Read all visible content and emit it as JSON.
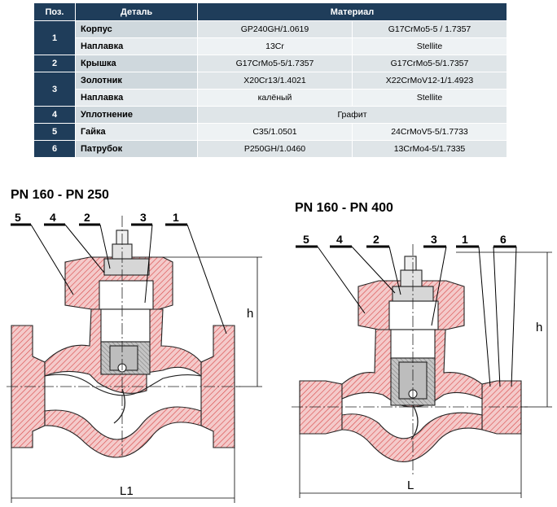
{
  "table": {
    "headers": {
      "pos": "Поз.",
      "part": "Деталь",
      "material": "Материал"
    },
    "rows": [
      {
        "pos": "1",
        "name": "Корпус",
        "m1": "GP240GH/1.0619",
        "m2": "G17CrMo5-5 / 1.7357"
      },
      {
        "pos": "",
        "name": "Наплавка",
        "m1": "13Cr",
        "m2": "Stellite"
      },
      {
        "pos": "2",
        "name": "Крышка",
        "m1": "G17CrMo5-5/1.7357",
        "m2": "G17CrMo5-5/1.7357"
      },
      {
        "pos": "3",
        "name": "Золотник",
        "m1": "X20Cr13/1.4021",
        "m2": "X22CrMoV12-1/1.4923"
      },
      {
        "pos": "",
        "name": "Наплавка",
        "m1": "калёный",
        "m2": "Stellite"
      },
      {
        "pos": "4",
        "name": "Уплотнение",
        "m_span": "Графит"
      },
      {
        "pos": "5",
        "name": "Гайка",
        "m1": "C35/1.0501",
        "m2": "24CrMoV5-5/1.7733"
      },
      {
        "pos": "6",
        "name": "Патрубок",
        "m1": "P250GH/1.0460",
        "m2": "13CrMo4-5/1.7335"
      }
    ]
  },
  "drawings": {
    "left": {
      "title": "PN 160 - PN 250",
      "callouts": [
        "5",
        "4",
        "2",
        "3",
        "1"
      ],
      "dim_height": "h",
      "dim_length": "L1"
    },
    "right": {
      "title": "PN 160 - PN 400",
      "callouts": [
        "5",
        "4",
        "2",
        "3",
        "1",
        "6"
      ],
      "dim_height": "h",
      "dim_length": "L"
    }
  },
  "colors": {
    "header_bg": "#1f3d5a",
    "row_bg": "#dfe5e8",
    "hatch": "#e05050",
    "interior": "#b8b8b8"
  }
}
